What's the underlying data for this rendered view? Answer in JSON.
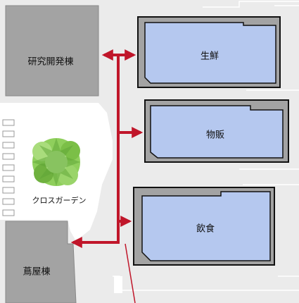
{
  "buildings": {
    "research": "研究開発棟",
    "tsutaya": "蔦屋棟"
  },
  "shops": {
    "fresh": "生鮮",
    "goods": "物販",
    "food": "飲食"
  },
  "garden": {
    "label": "クロスガーデン"
  },
  "colors": {
    "background": "#ebebeb",
    "building": "#a3a3a3",
    "shop_fill": "#b5c8ef",
    "shop_border": "#111111",
    "arrow": "#c0162a",
    "garden": "#ffffff",
    "tree": "#8fcf5c"
  },
  "icons": {
    "tree": "tree-icon"
  }
}
